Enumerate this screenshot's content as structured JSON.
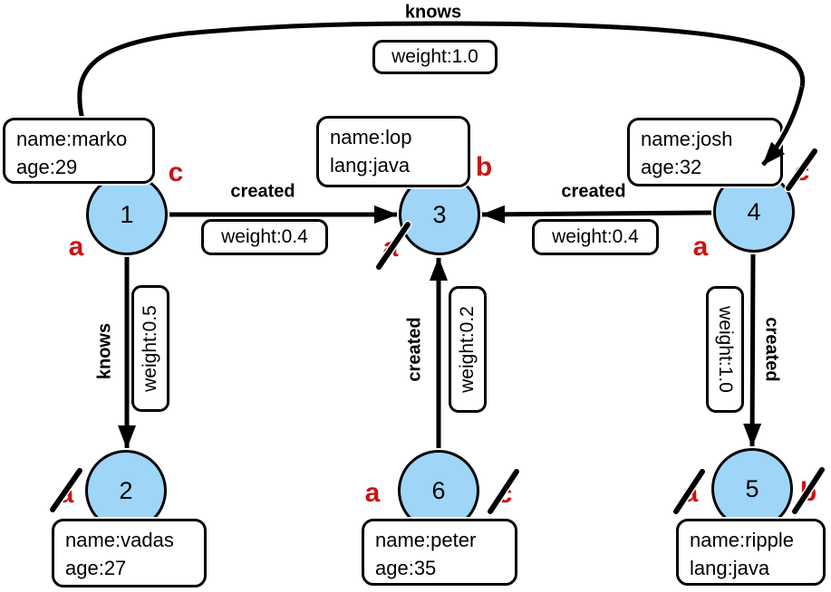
{
  "graph": {
    "nodes": [
      {
        "id": "1",
        "props": [
          "name:marko",
          "age:29"
        ],
        "marks": [
          {
            "char": "c",
            "slashed": false
          },
          {
            "char": "a",
            "slashed": false
          }
        ]
      },
      {
        "id": "2",
        "props": [
          "name:vadas",
          "age:27"
        ],
        "marks": [
          {
            "char": "a",
            "slashed": true
          }
        ]
      },
      {
        "id": "3",
        "props": [
          "name:lop",
          "lang:java"
        ],
        "marks": [
          {
            "char": "b",
            "slashed": false
          },
          {
            "char": "a",
            "slashed": true
          }
        ]
      },
      {
        "id": "4",
        "props": [
          "name:josh",
          "age:32"
        ],
        "marks": [
          {
            "char": "c",
            "slashed": true
          },
          {
            "char": "a",
            "slashed": false
          }
        ]
      },
      {
        "id": "5",
        "props": [
          "name:ripple",
          "lang:java"
        ],
        "marks": [
          {
            "char": "a",
            "slashed": true
          },
          {
            "char": "b",
            "slashed": true
          }
        ]
      },
      {
        "id": "6",
        "props": [
          "name:peter",
          "age:35"
        ],
        "marks": [
          {
            "char": "a",
            "slashed": false
          },
          {
            "char": "c",
            "slashed": true
          }
        ]
      }
    ],
    "edges": [
      {
        "from": "1",
        "to": "4",
        "label": "knows",
        "weight": "weight:1.0"
      },
      {
        "from": "1",
        "to": "3",
        "label": "created",
        "weight": "weight:0.4"
      },
      {
        "from": "4",
        "to": "3",
        "label": "created",
        "weight": "weight:0.4"
      },
      {
        "from": "1",
        "to": "2",
        "label": "knows",
        "weight": "weight:0.5"
      },
      {
        "from": "6",
        "to": "3",
        "label": "created",
        "weight": "weight:0.2"
      },
      {
        "from": "4",
        "to": "5",
        "label": "created",
        "weight": "weight:1.0"
      }
    ],
    "colors": {
      "node_fill": "#9FD6F8",
      "node_border": "#000000",
      "edge": "#000000",
      "mark_red": "#C81414",
      "box_bg": "#FFFFFF"
    }
  }
}
